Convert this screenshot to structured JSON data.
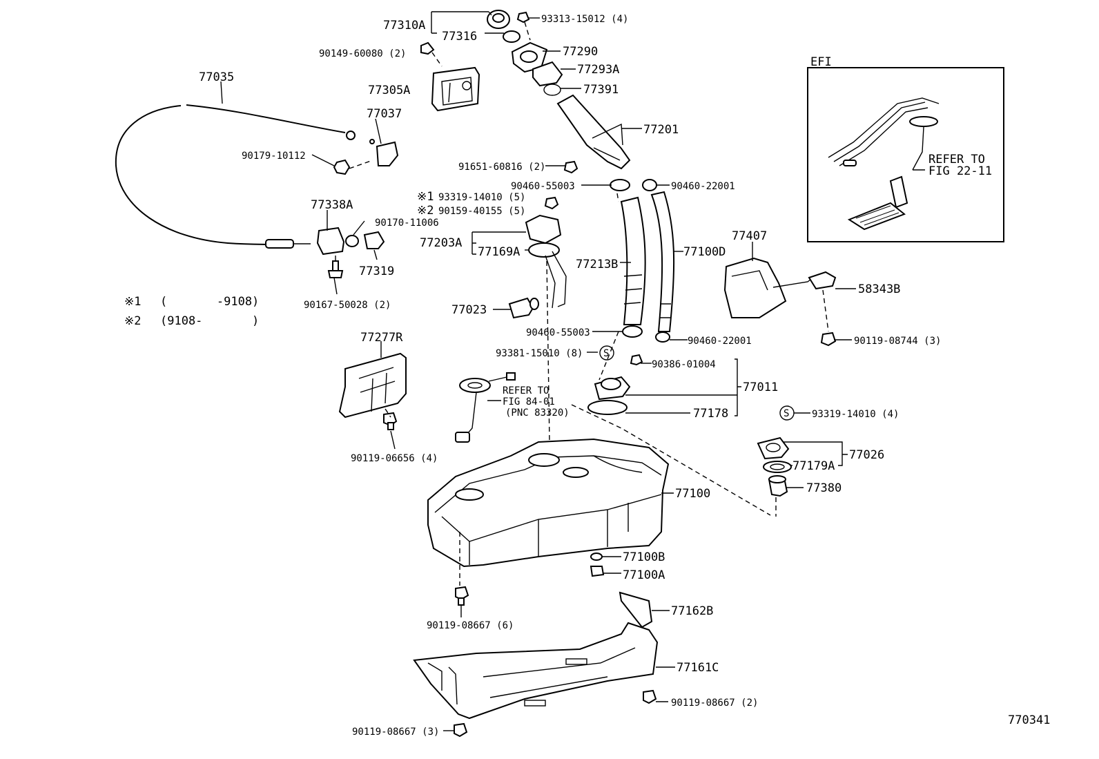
{
  "drawing_id": "770341",
  "inset_title": "EFI",
  "notes": [
    {
      "mark": "※1",
      "range": "(       -9108)"
    },
    {
      "mark": "※2",
      "range": "(9108-       )"
    }
  ],
  "parts": {
    "p77310A": "77310A",
    "p77316": "77316",
    "p93313": "93313-15012 (4)",
    "p77290": "77290",
    "p90149": "90149-60080 (2)",
    "p77293A": "77293A",
    "p77391": "77391",
    "p77305A": "77305A",
    "p77035": "77035",
    "p77037": "77037",
    "p77201": "77201",
    "p90179": "90179-10112",
    "p91651": "91651-60816 (2)",
    "p90460a": "90460-55003",
    "p90460b": "90460-22001",
    "m1": "※1",
    "p93319a": "93319-14010 (5)",
    "m2": "※2",
    "p90159": "90159-40155 (5)",
    "p77338A": "77338A",
    "p90170": "90170-11006",
    "p77203A": "77203A",
    "p77169A": "77169A",
    "p77407": "77407",
    "p77213B": "77213B",
    "p77100D": "77100D",
    "p77319": "77319",
    "p90167": "90167-50028 (2)",
    "p58343B": "58343B",
    "p77023": "77023",
    "p90460c": "90460-55003",
    "p90460d": "90460-22001",
    "p90119a": "90119-08744 (3)",
    "p77277R": "77277R",
    "p93381": "93381-15010 (8)",
    "s1": "S",
    "p90386": "90386-01004",
    "p77011": "77011",
    "p77178": "77178",
    "s2": "S",
    "p93319b": "93319-14010 (4)",
    "p77026": "77026",
    "p77179A": "77179A",
    "p77380": "77380",
    "p90119b": "90119-06656 (4)",
    "p77100": "77100",
    "p77100B": "77100B",
    "p77100A": "77100A",
    "p90119c": "90119-08667 (6)",
    "p77162B": "77162B",
    "p77161C": "77161C",
    "p90119d": "90119-08667 (2)",
    "p90119e": "90119-08667 (3)"
  },
  "refs": {
    "r1_line1": "REFER TO",
    "r1_line2": "FIG 22-11",
    "r2_line1": "REFER TO",
    "r2_line2": "FIG 84-01",
    "r2_line3": "(PNC 83320)"
  }
}
